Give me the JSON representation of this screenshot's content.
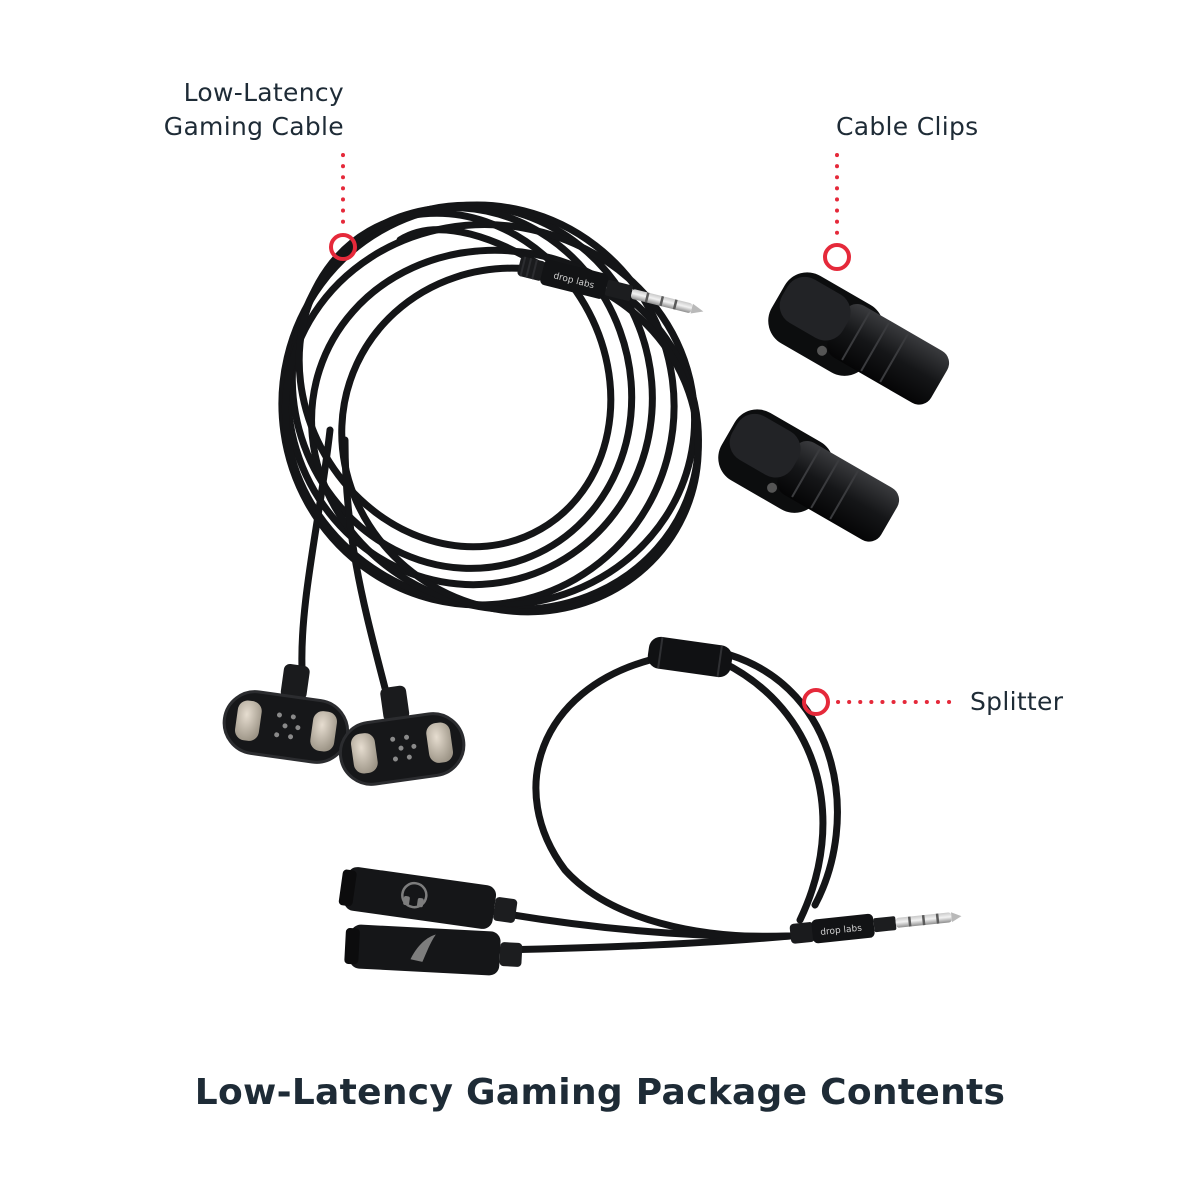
{
  "callouts": {
    "gaming_cable": [
      "Low-Latency",
      "Gaming Cable"
    ],
    "cable_clips": "Cable Clips",
    "splitter": "Splitter"
  },
  "caption": "Low-Latency Gaming Package Contents",
  "brand": "drop labs",
  "colors": {
    "accent": "#e5293a",
    "text": "#1e2b36",
    "product": "#111214",
    "background": "#ffffff"
  }
}
